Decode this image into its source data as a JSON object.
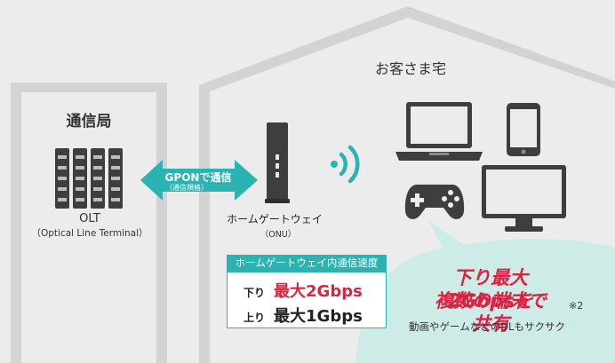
{
  "home": {
    "title": "お客さま宅"
  },
  "office": {
    "title": "通信局"
  },
  "olt": {
    "label": "OLT",
    "sub": "（Optical Line Terminal）"
  },
  "link": {
    "label": "GPONで通信",
    "sub": "（通信規格）"
  },
  "gateway": {
    "label": "ホームゲートウェイ",
    "sub": "（ONU）"
  },
  "speed": {
    "header": "ホームゲートウェイ内通信速度",
    "down_key": "下り",
    "down_prefix": "最大",
    "down_value": "2Gbps",
    "up_key": "上り",
    "up_prefix": "最大",
    "up_value": "1Gbps"
  },
  "share": {
    "line1": "下り最大2Gbpsを",
    "line2": "複数の端末で共有",
    "note": "※2",
    "caption": "動画やゲームなどのDLもサクサク"
  },
  "colors": {
    "teal": "#2bb3b1",
    "red": "#e02040",
    "mint": "#cdebe7",
    "device": "#3e3e3e"
  }
}
